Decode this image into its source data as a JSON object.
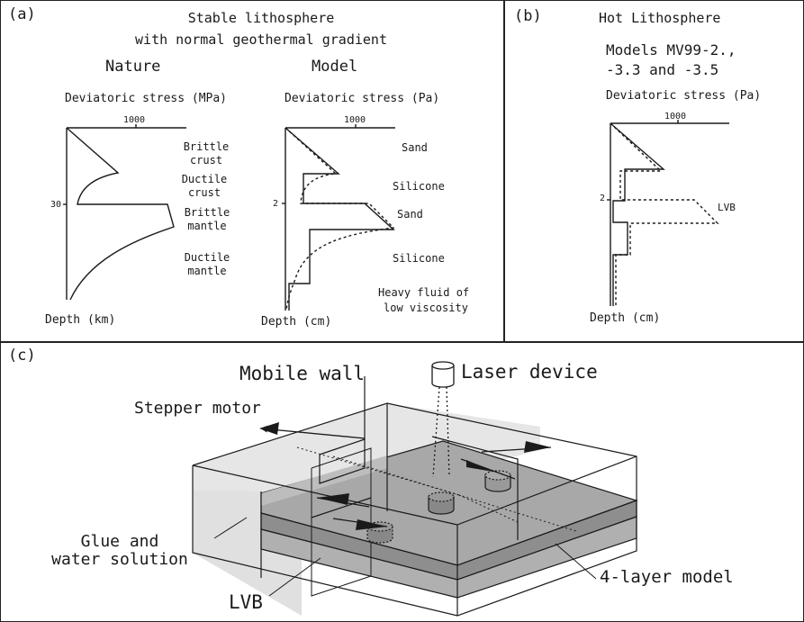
{
  "panel_a": {
    "label": "(a)",
    "title_line1": "Stable lithosphere",
    "title_line2": "with normal geothermal gradient",
    "nature": {
      "heading": "Nature",
      "axis_title": "Deviatoric stress (MPa)",
      "tick_top": "1000",
      "tick_depth": "30",
      "depth_label": "Depth (km)",
      "layers": [
        "Brittle crust",
        "Ductile crust",
        "Brittle mantle",
        "Ductile mantle"
      ],
      "layer_lines": [
        [
          "Brittle",
          "crust"
        ],
        [
          "Ductile",
          "crust"
        ],
        [
          "Brittle",
          "mantle"
        ],
        [
          "Ductile",
          "mantle"
        ]
      ]
    },
    "model": {
      "heading": "Model",
      "axis_title": "Deviatoric stress (Pa)",
      "tick_top": "1000",
      "tick_depth": "2",
      "depth_label": "Depth (cm)",
      "layers": [
        "Sand",
        "Silicone",
        "Sand",
        "Silicone"
      ],
      "fluid_line1": "Heavy fluid of",
      "fluid_line2": "low viscosity"
    }
  },
  "panel_b": {
    "label": "(b)",
    "title": "Hot Lithosphere",
    "models_line1": "Models MV99-2.,",
    "models_line2": "-3.3 and -3.5",
    "axis_title": "Deviatoric stress  (Pa)",
    "tick_top": "1000",
    "tick_depth": "2",
    "lvb": "LVB",
    "depth_label": "Depth (cm)"
  },
  "panel_c": {
    "label": "(c)",
    "mobile_wall": "Mobile wall",
    "laser_device": "Laser device",
    "stepper_motor": "Stepper motor",
    "glue_line1": "Glue and",
    "glue_line2": "water solution",
    "lvb": "LVB",
    "four_layer": "4-layer model"
  },
  "colors": {
    "line": "#1a1a1a",
    "top_layer": "#9a9a9a",
    "body_layer": "#b4b4b4",
    "water": "#e0e0e0"
  }
}
